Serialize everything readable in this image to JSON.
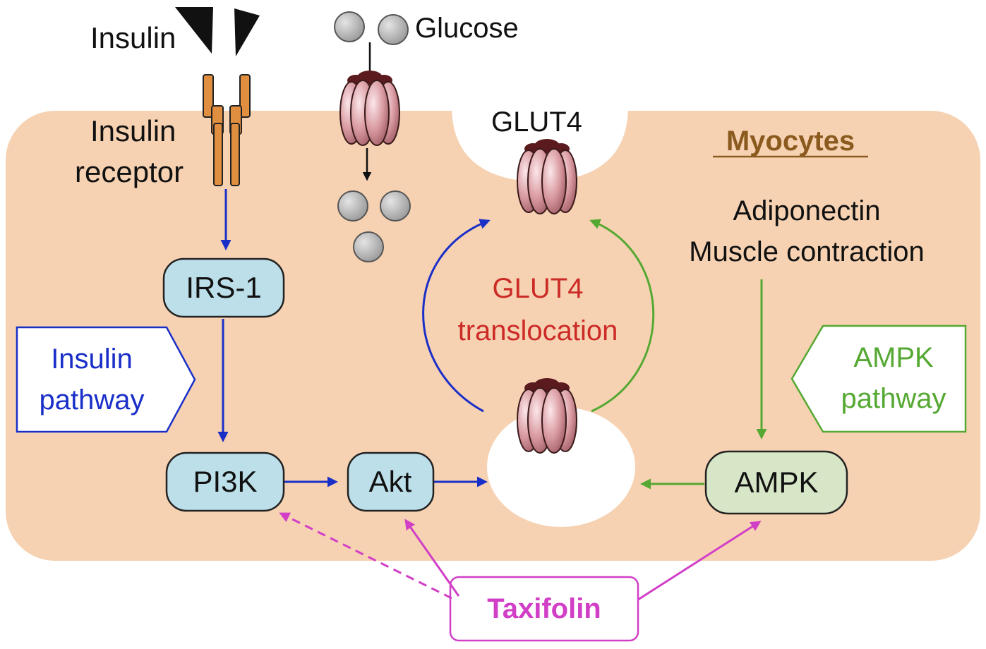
{
  "labels": {
    "insulin": "Insulin",
    "glucose": "Glucose",
    "insulin_receptor_line1": "Insulin",
    "insulin_receptor_line2": "receptor",
    "glut4_top": "GLUT4",
    "myocytes": "Myocytes",
    "adiponectin": "Adiponectin",
    "muscle_contraction": "Muscle contraction",
    "translocation_line1": "GLUT4",
    "translocation_line2": "translocation"
  },
  "nodes": {
    "irs1": "IRS-1",
    "pi3k": "PI3K",
    "akt": "Akt",
    "ampk": "AMPK"
  },
  "pathway_tags": {
    "insulin_line1": "Insulin",
    "insulin_line2": "pathway",
    "ampk_line1": "AMPK",
    "ampk_line2": "pathway"
  },
  "taxifolin": "Taxifolin",
  "colors": {
    "cell": "#f6d2b2",
    "node_blue": "#bcdfe9",
    "node_green": "#d7e6c6",
    "insulin_path": "#1a2fc8",
    "ampk_path": "#55a832",
    "taxifolin": "#d13fc7",
    "translocation_text": "#cc2a26",
    "myocytes_text": "#8b5a1f",
    "receptor": "#e08e40",
    "glut4": "#d99aa1",
    "glut4_cap": "#5a1a1e",
    "glucose": "#bdbdbd"
  }
}
